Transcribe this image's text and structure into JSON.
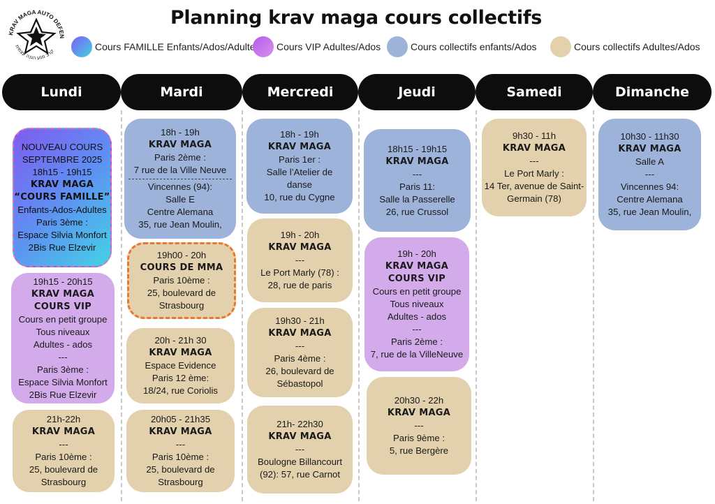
{
  "title": "Planning krav maga cours collectifs",
  "logo": {
    "arc_text": "KRAV MAGA AUTO DEFENSE",
    "hebrew_text": "קרב מגע הגנה עצמית",
    "icon": "star-logo-icon"
  },
  "legend": [
    {
      "label": "Cours FAMILLE Enfants/Ados/Adultes",
      "color": "#6f7ef0"
    },
    {
      "label": "Cours VIP Adultes/Ados",
      "color": "#c36be8"
    },
    {
      "label": "Cours collectifs enfants/Ados",
      "color": "#9db3da"
    },
    {
      "label": "Cours collectifs Adultes/Ados",
      "color": "#e2d1ac"
    }
  ],
  "days": [
    "Lundi",
    "Mardi",
    "Mercredi",
    "Jeudi",
    "Samedi",
    "Dimanche"
  ],
  "sessions": {
    "lundi": [
      {
        "type": "famille",
        "lines": [
          "NOUVEAU COURS",
          "SEPTEMBRE 2025",
          "18h15 - 19h15",
          "KRAV MAGA",
          "“COURS FAMILLE”",
          "Enfants-Ados-Adultes",
          "Paris 3ème :",
          "Espace Silvia Monfort",
          "2Bis Rue Elzevir"
        ]
      },
      {
        "type": "vip",
        "lines": [
          "19h15 - 20h15",
          "KRAV MAGA",
          "COURS VIP",
          "Cours en petit groupe",
          "Tous niveaux",
          "Adultes - ados",
          "---",
          "Paris 3ème :",
          "Espace Silvia Monfort",
          "2Bis Rue Elzevir"
        ]
      },
      {
        "type": "adultes",
        "lines": [
          "21h-22h",
          "KRAV MAGA",
          "---",
          "Paris 10ème :",
          "25, boulevard de",
          "Strasbourg"
        ]
      }
    ],
    "mardi": [
      {
        "type": "enfants",
        "lines": [
          "18h - 19h",
          "KRAV MAGA",
          "Paris 2ème :",
          "7 rue de la Ville Neuve",
          "--------------------------------------",
          "Vincennes (94):",
          "Salle E",
          "Centre Alemana",
          "35, rue Jean Moulin,"
        ]
      },
      {
        "type": "mma",
        "lines": [
          "19h00 - 20h",
          "COURS DE MMA",
          "Paris 10ème :",
          "25, boulevard de",
          "Strasbourg"
        ]
      },
      {
        "type": "adultes",
        "lines": [
          "20h - 21h 30",
          "KRAV MAGA",
          "Espace Evidence",
          "Paris 12 ème:",
          "18/24, rue Coriolis"
        ]
      },
      {
        "type": "adultes",
        "lines": [
          "20h05 - 21h35",
          "KRAV MAGA",
          "---",
          "Paris 10ème :",
          "25, boulevard de",
          "Strasbourg"
        ]
      }
    ],
    "mercredi": [
      {
        "type": "enfants",
        "lines": [
          "18h - 19h",
          "KRAV MAGA",
          "Paris 1er :",
          "Salle l’Atelier de",
          "danse",
          "10, rue du Cygne"
        ]
      },
      {
        "type": "adultes",
        "lines": [
          "19h - 20h",
          "KRAV MAGA",
          "---",
          "Le Port Marly (78) :",
          "28, rue de paris"
        ]
      },
      {
        "type": "adultes",
        "lines": [
          "19h30 - 21h",
          "KRAV MAGA",
          "---",
          "Paris 4ème :",
          "26, boulevard de",
          "Sébastopol"
        ]
      },
      {
        "type": "adultes",
        "lines": [
          "21h- 22h30",
          "KRAV MAGA",
          "---",
          "Boulogne Billancourt",
          "(92): 57, rue Carnot"
        ]
      }
    ],
    "jeudi": [
      {
        "type": "enfants",
        "lines": [
          "18h15 - 19h15",
          "KRAV MAGA",
          "---",
          "Paris 11:",
          "Salle la Passerelle",
          "26, rue Crussol"
        ]
      },
      {
        "type": "vip",
        "lines": [
          "19h - 20h",
          "KRAV MAGA",
          "COURS VIP",
          "Cours en petit groupe",
          "Tous niveaux",
          "Adultes - ados",
          "---",
          "Paris 2ème :",
          "7, rue de la VilleNeuve"
        ]
      },
      {
        "type": "adultes",
        "lines": [
          "20h30 - 22h",
          "KRAV MAGA",
          "---",
          "Paris 9ème :",
          "5, rue Bergère"
        ]
      }
    ],
    "samedi": [
      {
        "type": "adultes",
        "lines": [
          "9h30 - 11h",
          "KRAV MAGA",
          "---",
          "Le Port Marly :",
          "14 Ter, avenue de Saint-",
          "Germain (78)"
        ]
      }
    ],
    "dimanche": [
      {
        "type": "enfants",
        "lines": [
          "10h30 - 11h30",
          "KRAV MAGA",
          "Salle A",
          "---",
          "Vincennes 94:",
          "Centre Alemana",
          "35, rue Jean Moulin,"
        ]
      }
    ]
  }
}
